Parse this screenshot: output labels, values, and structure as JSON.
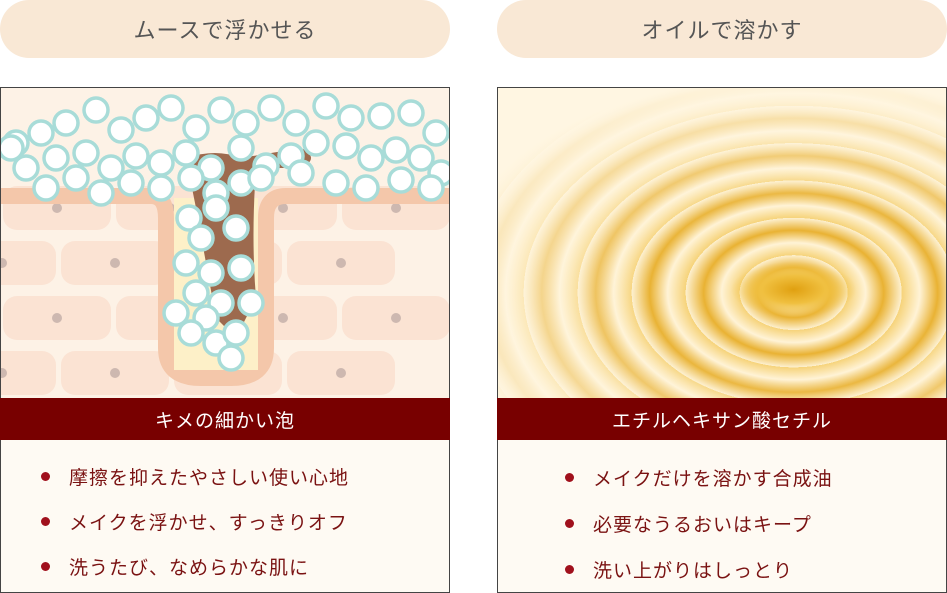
{
  "columns": [
    {
      "header": "ムースで浮かせる",
      "band": "キメの細かい泡",
      "points": [
        "摩擦を抑えたやさしい使い心地",
        "メイクを浮かせ、すっきりオフ",
        "洗うたび、なめらかな肌に"
      ]
    },
    {
      "header": "オイルで溶かす",
      "band": "エチルヘキサン酸セチル",
      "points": [
        "メイクだけを溶かす合成油",
        "必要なうるおいはキープ",
        "洗い上がりはしっとり"
      ]
    }
  ],
  "colors": {
    "band": "#780000",
    "pill": "#f9e8d5",
    "text": "#7a1212",
    "bubble": "#a8dcd8",
    "skin": "#f6cfb4"
  }
}
